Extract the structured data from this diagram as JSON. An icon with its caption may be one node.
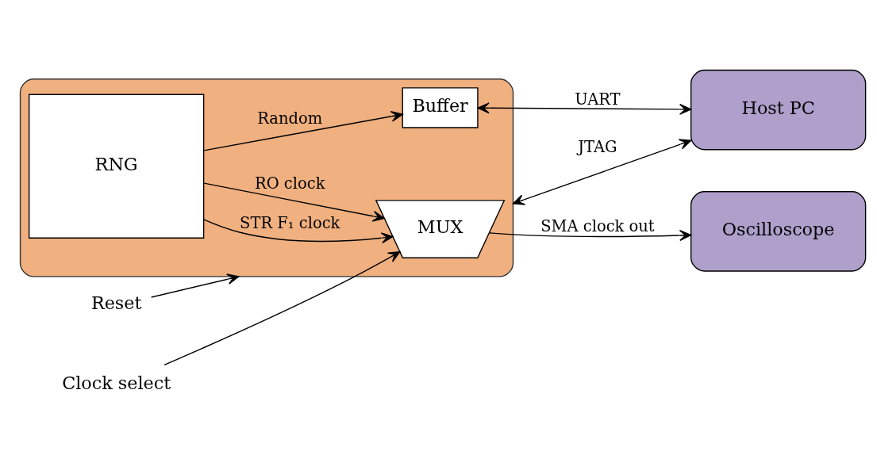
{
  "diagram": {
    "nodes": [
      {
        "text": [
          "Oscilloscope"
        ]
      },
      {
        "text": [],
        "shape": "box"
      },
      {
        "text": [
          "MUX"
        ],
        "in": 1
      },
      {
        "text": [
          "RNG"
        ],
        "in": 1
      },
      {
        "text": [
          "Buffer"
        ],
        "in": 1
      },
      {
        "text": [
          "Host PC"
        ]
      },
      {
        "text": [
          "Clock select"
        ]
      },
      {
        "text": [
          "Reset"
        ]
      }
    ],
    "edges": [
      {
        "from": 6,
        "to": 2,
        "arrow": "to"
      },
      {
        "from": 7,
        "to": 1,
        "arrow": "to"
      },
      {
        "from": 3,
        "to": 2,
        "arrow": "to",
        "label": "STR F₁ clock"
      },
      {
        "from": 3,
        "to": 2,
        "arrow": "to",
        "label": "RO clock"
      },
      {
        "from": 3,
        "to": 4,
        "arrow": "to",
        "label": "Random"
      },
      {
        "from": 2,
        "to": 0,
        "arrow": "to",
        "label": "SMA clock out"
      },
      {
        "from": 4,
        "to": 5,
        "arrow": "both",
        "label": "UART"
      },
      {
        "from": 1,
        "to": 5,
        "arrow": "both",
        "label": "JTAG"
      }
    ]
  }
}
